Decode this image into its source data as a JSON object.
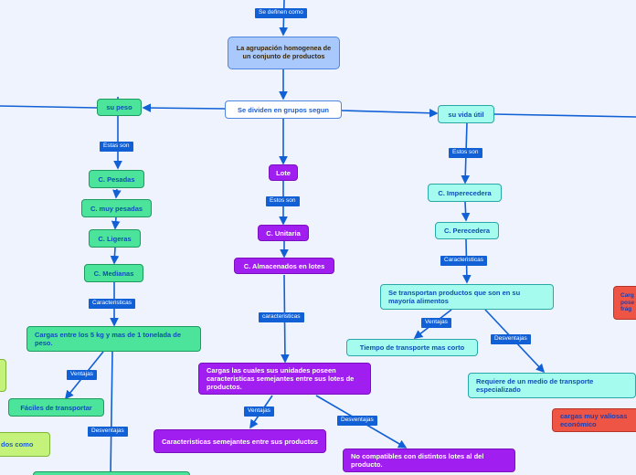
{
  "nodes": {
    "root": "La agrupación homogenea de un conjunto de productos",
    "divide": "Se dividen en grupos segun",
    "peso": "su peso",
    "vida": "su vida útil",
    "lote": "Lote",
    "pesadas": "C. Pesadas",
    "muy_pesadas": "C. muy pesadas",
    "ligeras": "C. Ligeras",
    "medianas": "C. Medianas",
    "cargas_5kg": "Cargas entre los 5 kg y mas de 1 tonelada de peso.",
    "faciles": "Fáciles de transportar",
    "unitaria": "C. Unitaria",
    "almacenados": "C. Almacenados en lotes",
    "cargas_unidades": "Cargas las cuales sus unidades poseen caracteristicas semejantes entre sus lotes de productos.",
    "semejantes": "Caracteristicas semejantes entre sus productos",
    "no_compatibles": "No compatibles con distintos lotes al del producto.",
    "imperecedera": "C. Imperecedera",
    "perecedera": "C. Perecedera",
    "alimentos": "Se transportan productos que son en su mayoría alimentos",
    "tiempo": "Tiempo de transporte mas corto",
    "requiere": "Requiere de un medio de transporte especializado",
    "red_a": "Carg pose frág",
    "red_b": "cargas muy valiosas económico",
    "lime_b": "dos como"
  },
  "tags": {
    "define": "Se definen como",
    "estas_son": "Estas son",
    "estos_son_lote": "Estos son",
    "estos_son_vida": "Estos son",
    "carac_medianas": "Caracteristicas",
    "carac_lotes": "caracteristicas",
    "carac_perecedera": "Caracteristicas",
    "ventajas_5kg": "Ventajas",
    "desventajas_5kg": "Desventajas",
    "ventajas_lotes": "Ventajas",
    "desventajas_lotes": "Desventajas",
    "ventajas_alim": "Ventajas",
    "desventajas_alim": "Desventajas"
  },
  "colors": {
    "link": "#1160d6",
    "tag": "#1160d6",
    "background": "#eef3fd"
  }
}
